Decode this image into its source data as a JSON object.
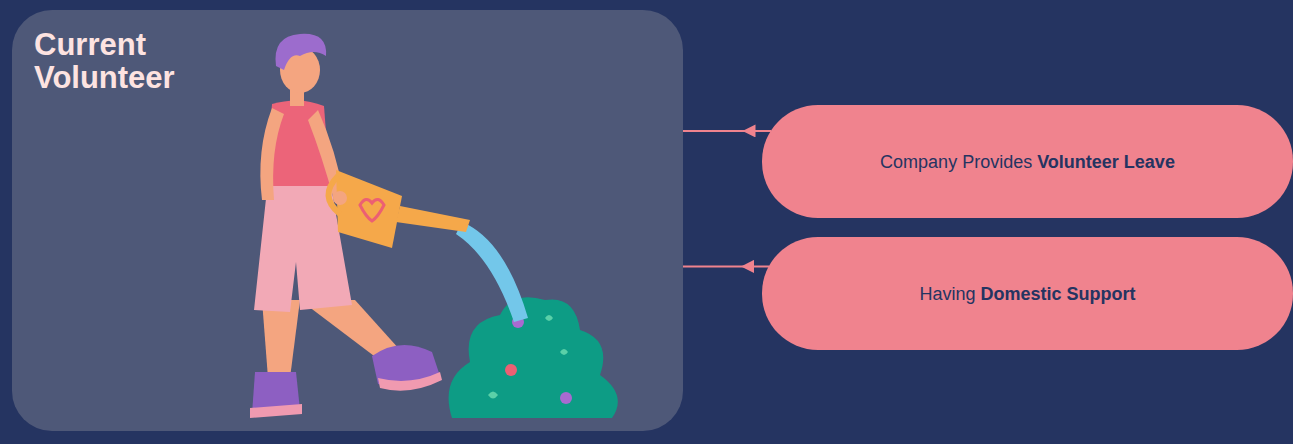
{
  "diagram": {
    "nodes": [
      {
        "text": [
          "Current Volunteer"
        ]
      },
      {
        "text": [
          "Company Provides Volunteer Leave"
        ]
      },
      {
        "text": [
          "Having Domestic Support"
        ]
      }
    ],
    "edges": [
      {
        "from": 1,
        "to": 0,
        "arrow": "to"
      },
      {
        "from": 2,
        "to": 0,
        "arrow": "to"
      }
    ]
  }
}
